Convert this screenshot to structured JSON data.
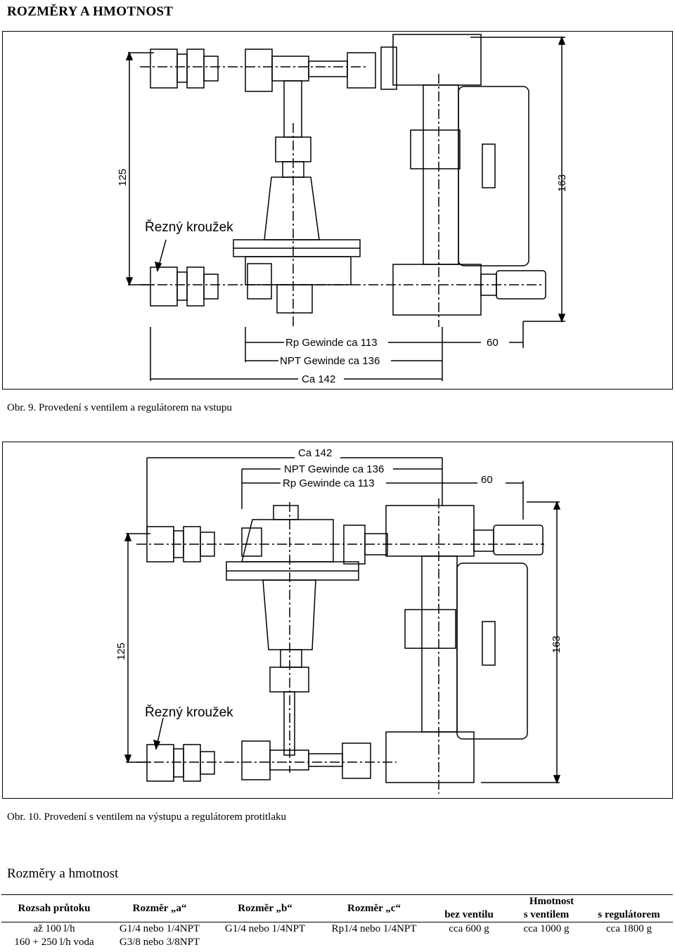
{
  "page_title": "ROZMĚRY  A  HMOTNOST",
  "figure1": {
    "caption": "Obr. 9. Provedení s ventilem  a regulátorem na vstupu",
    "dim_height_left": "125",
    "dim_height_right": "163",
    "label_cut_ring": "Řezný kroužek",
    "dim_rp": "Rp Gewinde ca 113",
    "dim_npt": "NPT Gewinde ca 136",
    "dim_ca": "Ca 142",
    "dim_60": "60"
  },
  "figure2": {
    "caption": "Obr. 10. Provedení s ventilem na výstupu a regulátorem protitlaku",
    "dim_height_left": "125",
    "dim_height_right": "163",
    "label_cut_ring": "Řezný kroužek",
    "dim_rp": "Rp Gewinde ca 113",
    "dim_npt": "NPT Gewinde ca 136",
    "dim_ca": "Ca 142",
    "dim_60": "60"
  },
  "section_title": "Rozměry a hmotnost",
  "table": {
    "headers": {
      "flow_range": "Rozsah průtoku",
      "dim_a": "Rozměr „a“",
      "dim_b": "Rozměr „b“",
      "dim_c": "Rozměr „c“",
      "weight": "Hmotnost",
      "weight_no_valve": "bez ventilu",
      "weight_with_valve": "s ventilem",
      "weight_with_regulator": "s regulátorem"
    },
    "rows": [
      {
        "flow_range": "až 100 l/h",
        "dim_a": "G1/4 nebo 1/4NPT",
        "dim_b": "G1/4 nebo 1/4NPT",
        "dim_c": "Rp1/4 nebo 1/4NPT",
        "weight_no_valve": "cca 600 g",
        "weight_with_valve": "cca 1000 g",
        "weight_with_regulator": "cca 1800 g"
      },
      {
        "flow_range": "160 + 250 l/h voda",
        "dim_a": "G3/8 nebo 3/8NPT"
      }
    ]
  }
}
